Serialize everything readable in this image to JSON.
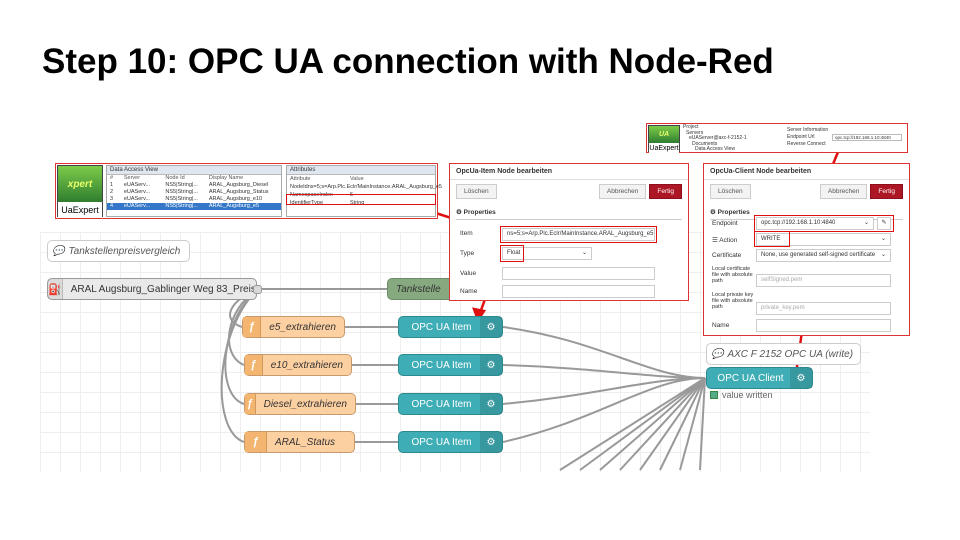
{
  "slide": {
    "title": "Step 10: OPC UA connection with Node-Red"
  },
  "uaexpert": {
    "logo_top": "UA",
    "logo_mid": "xpert",
    "logo_label": "UaExpert",
    "dav_title": "Data Access View",
    "dav_headers": [
      "#",
      "Server",
      "Node Id",
      "Display Name"
    ],
    "dav_rows": [
      [
        "1",
        "eUAServ...",
        "NS5|String|...",
        "ARAL_Augsburg_Diesel"
      ],
      [
        "2",
        "eUAServ...",
        "NS5|String|...",
        "ARAL_Augsburg_Status"
      ],
      [
        "3",
        "eUAServ...",
        "NS5|String|...",
        "ARAL_Augsburg_e10"
      ],
      [
        "4",
        "eUAServ...",
        "NS5|String|...",
        "ARAL_Augsburg_e5"
      ]
    ],
    "attr_title": "Attributes",
    "attr_headers": [
      "Attribute",
      "Value"
    ],
    "attr_rows": [
      [
        "NodeId",
        "ns=5;s=Arp.Plc.Eclr/MainInstance.ARAL_Augsburg_e5"
      ],
      [
        "NamespaceIndex",
        "5"
      ],
      [
        "IdentifierType",
        "String"
      ]
    ],
    "project_tree": [
      "Project",
      "Servers",
      "eUAServer@axc-f-2152-1",
      "Documents",
      "Data Access View"
    ],
    "server_info": [
      "Server Information",
      "Endpoint Url",
      "Reverse Connect"
    ],
    "endpoint_small": "opc.tcp://192.168.1.10:4840"
  },
  "item_dialog": {
    "title": "OpcUa-Item Node bearbeiten",
    "delete_label": "Löschen",
    "cancel_label": "Abbrechen",
    "done_label": "Fertig",
    "tab_label": "Properties",
    "item_label": "Item",
    "item_value": "ns=5;s=Arp.Plc.Eclr/MainInstance.ARAL_Augsburg_e5",
    "type_label": "Type",
    "type_value": "Float",
    "value_label": "Value",
    "name_label": "Name"
  },
  "client_dialog": {
    "title": "OpcUa-Client Node bearbeiten",
    "delete_label": "Löschen",
    "cancel_label": "Abbrechen",
    "done_label": "Fertig",
    "tab_label": "Properties",
    "endpoint_label": "Endpoint",
    "endpoint_value": "opc.tcp://192.168.1.10:4840",
    "action_label": "Action",
    "action_value": "WRITE",
    "cert_label": "Certificate",
    "cert_value": "None, use generated self-signed certificate",
    "local_cert_label": "Local certificate file with absolute path",
    "local_cert_placeholder": "selfSigned.pem",
    "local_key_label": "Local private key file with absolute path",
    "local_key_placeholder": "private_key.pem",
    "name_label": "Name"
  },
  "flow": {
    "comment1": "Tankstellenpreisvergleich",
    "http_node": "ARAL Augsburg_Gablinger Weg 83_Preise",
    "green_node": "Tankstelle",
    "func1": "e5_extrahieren",
    "func2": "e10_extrahieren",
    "func3": "Diesel_extrahieren",
    "func4": "ARAL_Status",
    "opc_item": "OPC UA Item",
    "comment2": "AXC F 2152 OPC UA (write)",
    "client_node": "OPC UA Client",
    "client_status": "value written"
  },
  "colors": {
    "function": "#fdd0a2",
    "opc": "#3fadb5",
    "highlight": "#e01010"
  }
}
